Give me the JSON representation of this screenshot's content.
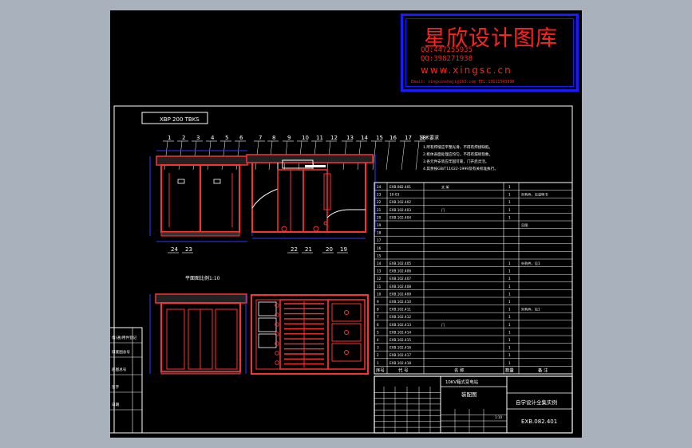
{
  "watermark": {
    "title": "星欣设计图库",
    "qq1": "QQ:447255935",
    "qq2": "QQ:398271938",
    "url": "www.xingsc.cn",
    "email": "Email: xingxinsheji@163.com  TEL:13111543890"
  },
  "drawing": {
    "model_label": "XBP 200 TBKS",
    "top_view_label": "平面图比例1:10",
    "balloons_top": [
      "1",
      "2",
      "3",
      "4",
      "5",
      "6",
      "7",
      "8",
      "9",
      "10",
      "11",
      "12",
      "13",
      "14",
      "15",
      "16",
      "17",
      "18"
    ],
    "balloons_bottom": [
      "24",
      "23",
      "22",
      "21",
      "20",
      "19"
    ]
  },
  "notes": {
    "title": "技术要求",
    "lines": [
      "1.所有焊缝应平整光滑，不得有焊接缺陷。",
      "2.柜体表面处理应均匀，不得有漏喷现象。",
      "3.各元件安装应牢固可靠，门开启灵活。",
      "4.其余按GB/T11022-1999及有关标准执行。"
    ]
  },
  "parts_list": {
    "rows": [
      {
        "no": "24",
        "code": "EXB.082.401",
        "name": "支 架",
        "qty": "1",
        "note": ""
      },
      {
        "no": "23",
        "code": "10-03",
        "name": "",
        "qty": "1",
        "note": "外购件，见说明书"
      },
      {
        "no": "22",
        "code": "EXB.102.402",
        "name": "",
        "qty": "1",
        "note": ""
      },
      {
        "no": "21",
        "code": "EXB.102.403",
        "name": "门",
        "qty": "1",
        "note": ""
      },
      {
        "no": "20",
        "code": "EXB.102.404",
        "name": "",
        "qty": "1",
        "note": ""
      },
      {
        "no": "19",
        "code": "",
        "name": "",
        "qty": "",
        "note": "见图"
      },
      {
        "no": "18",
        "code": "",
        "name": "",
        "qty": "",
        "note": ""
      },
      {
        "no": "17",
        "code": "",
        "name": "",
        "qty": "",
        "note": ""
      },
      {
        "no": "16",
        "code": "",
        "name": "",
        "qty": "",
        "note": ""
      },
      {
        "no": "15",
        "code": "",
        "name": "",
        "qty": "",
        "note": ""
      },
      {
        "no": "14",
        "code": "EXB.102.405",
        "name": "",
        "qty": "1",
        "note": "外购件，见1"
      },
      {
        "no": "13",
        "code": "EXB.102.406",
        "name": "",
        "qty": "1",
        "note": ""
      },
      {
        "no": "12",
        "code": "EXB.102.407",
        "name": "",
        "qty": "1",
        "note": ""
      },
      {
        "no": "11",
        "code": "EXB.102.408",
        "name": "",
        "qty": "1",
        "note": ""
      },
      {
        "no": "10",
        "code": "EXB.102.409",
        "name": "",
        "qty": "1",
        "note": ""
      },
      {
        "no": "9",
        "code": "EXB.102.410",
        "name": "",
        "qty": "1",
        "note": ""
      },
      {
        "no": "8",
        "code": "EXB.102.411",
        "name": "",
        "qty": "1",
        "note": "外购件，见1"
      },
      {
        "no": "7",
        "code": "EXB.102.412",
        "name": "",
        "qty": "1",
        "note": ""
      },
      {
        "no": "6",
        "code": "EXB.102.413",
        "name": "门",
        "qty": "1",
        "note": ""
      },
      {
        "no": "5",
        "code": "EXB.102.414",
        "name": "",
        "qty": "1",
        "note": ""
      },
      {
        "no": "4",
        "code": "EXB.102.415",
        "name": "",
        "qty": "1",
        "note": ""
      },
      {
        "no": "3",
        "code": "EXB.102.416",
        "name": "",
        "qty": "1",
        "note": ""
      },
      {
        "no": "2",
        "code": "EXB.102.417",
        "name": "",
        "qty": "1",
        "note": ""
      },
      {
        "no": "1",
        "code": "EXB.102.418",
        "name": "",
        "qty": "1",
        "note": ""
      }
    ],
    "header": {
      "no": "序号",
      "code": "代 号",
      "name": "名 称",
      "qty": "数量",
      "note": "备 注"
    }
  },
  "title_block": {
    "product_name": "10KV箱式变电站",
    "drawing_type": "装配图",
    "school": "自学设计全集实例",
    "drawing_no": "EXB.082.401",
    "scale": "1:10",
    "left_side_labels": [
      "借(通)用件登记",
      "旧底图总号",
      "底图总号",
      "签字",
      "日期"
    ]
  },
  "colors": {
    "background": "#a9b1bd",
    "sheet": "#000000",
    "lines": "#ffffff",
    "cabinet": "#ff3030",
    "dims": "#2a3cff",
    "balloons": "#ffffff"
  }
}
